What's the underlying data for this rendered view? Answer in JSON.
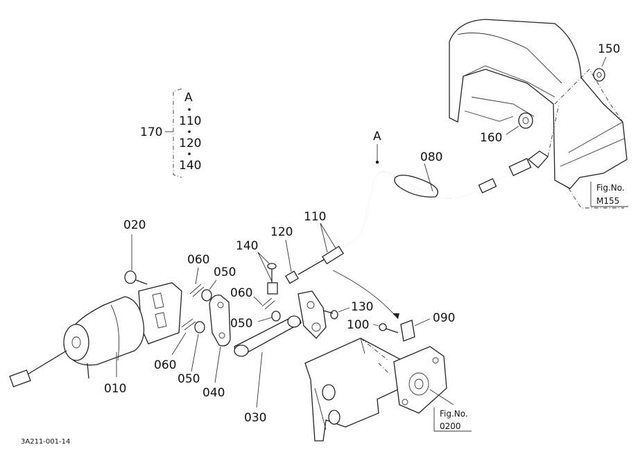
{
  "drawing_id": "3A211-001-14",
  "callouts": {
    "c010": "010",
    "c020": "020",
    "c030": "030",
    "c040": "040",
    "c050a": "050",
    "c050b": "050",
    "c050c": "050",
    "c060a": "060",
    "c060b": "060",
    "c060c": "060",
    "c080": "080",
    "c090": "090",
    "c100": "100",
    "c110": "110",
    "c120": "120",
    "c130": "130",
    "c140": "140",
    "c150": "150",
    "c160": "160",
    "c170": "170",
    "cA": "A"
  },
  "set_group": {
    "top": "A",
    "item1": "110",
    "item2": "120",
    "item3": "140"
  },
  "fig_refs": {
    "ref1_label": "Fig.No.",
    "ref1_value": "M155",
    "ref2_label": "Fig.No.",
    "ref2_value": "0200"
  }
}
